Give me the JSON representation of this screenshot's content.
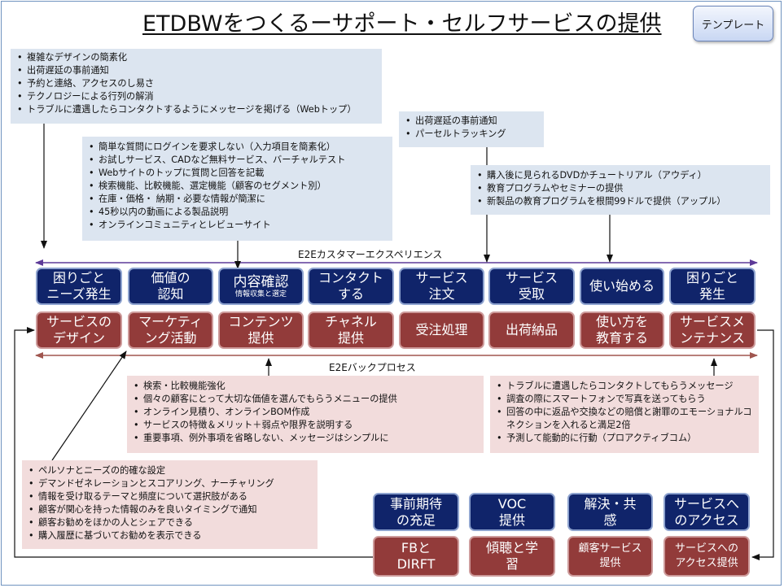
{
  "title": "ETDBWをつくるーサポート・セルフサービスの提供",
  "template_button": "テンプレート",
  "notes": {
    "top_left": [
      "複雑なデザインの簡素化",
      "出荷遅延の事前通知",
      "予約と連絡、アクセスのし易さ",
      "テクノロジーによる行列の解消",
      "トラブルに遭遇したらコンタクトするようにメッセージを掲げる（Webトップ）"
    ],
    "top_mid": [
      "簡単な質問にログインを要求しない（入力項目を簡素化）",
      "お試しサービス、CADなど無料サービス、バーチャルテスト",
      "Webサイトのトップに質問と回答を記載",
      "検索機能、比較機能、選定機能（顧客のセグメント別）",
      "在庫・価格・ 納期・必要な情報が簡潔に",
      "45秒以内の動画による製品説明",
      "オンラインコミュニティとレビューサイト"
    ],
    "top_right_a": [
      "出荷遅延の事前通知",
      "パーセルトラッキング"
    ],
    "top_right_b": [
      "購入後に見られるDVDかチュートリアル（アウディ）",
      "教育プログラムやセミナーの提供",
      "新製品の教育プログラムを根間99ドルで提供（アップル）"
    ],
    "bottom_mid": [
      "検索・比較機能強化",
      "個々の顧客にとって大切な価値を選んでもらうメニューの提供",
      "オンライン見積り、オンラインBOM作成",
      "サービスの特徴＆メリット＋弱点や限界を説明する",
      "重要事項、例外事項を省略しない、メッセージはシンプルに"
    ],
    "bottom_right": [
      "トラブルに遭遇したらコンタクトしてもらうメッセージ",
      "調査の際にスマートフォンで写真を送ってもらう",
      "回答の中に返品や交換などの賠償と謝罪のエモーショナルコネクションを入れると満足2倍",
      "予測して能動的に行動（プロアクティブコム）"
    ],
    "bottom_left": [
      "ペルソナとニーズの的確な設定",
      "デマンドゼネレーションとスコアリング、ナーチャリング",
      "情報を受け取るテーマと頻度について選択肢がある",
      "顧客が関心を持った情報のみを良いタイミングで通知",
      "顧客お勧めをほかの人とシェアできる",
      "購入履歴に基づいてお勧めを表示できる"
    ]
  },
  "e2e_experience_label": "E2Eカスタマーエクスペリエンス",
  "e2e_back_label": "E2Eバックプロセス",
  "customer_steps": [
    {
      "label": "困りごと\nニーズ発生",
      "sub": ""
    },
    {
      "label": "価値の\n認知",
      "sub": ""
    },
    {
      "label": "内容確認",
      "sub": "情報収集と選定"
    },
    {
      "label": "コンタクト\nする",
      "sub": ""
    },
    {
      "label": "サービス\n注文",
      "sub": ""
    },
    {
      "label": "サービス\n受取",
      "sub": ""
    },
    {
      "label": "使い始める",
      "sub": ""
    },
    {
      "label": "困りごと\n発生",
      "sub": ""
    }
  ],
  "back_steps": [
    "サービスの\nデザイン",
    "マーケティ\nング活動",
    "コンテンツ\n提供",
    "チャネル\n提供",
    "受注処理",
    "出荷納品",
    "使い方を\n教育する",
    "サービスメ\nンテナンス"
  ],
  "bottom_right_top": [
    "事前期待\nの充足",
    "VOC\n提供",
    "解決・共\n感",
    "サービスへ\nのアクセス"
  ],
  "bottom_right_bot": [
    "FBと\nDIRFT",
    "傾聴と学\n習",
    "顧客サービス\n提供",
    "サービスへの\nアクセス提供"
  ],
  "colors": {
    "navy": "#10246a",
    "maroon": "#923b3a",
    "note_blue": "#dce5f0",
    "note_pink": "#f2dcdc",
    "arrow_purple": "#5d3a98"
  }
}
